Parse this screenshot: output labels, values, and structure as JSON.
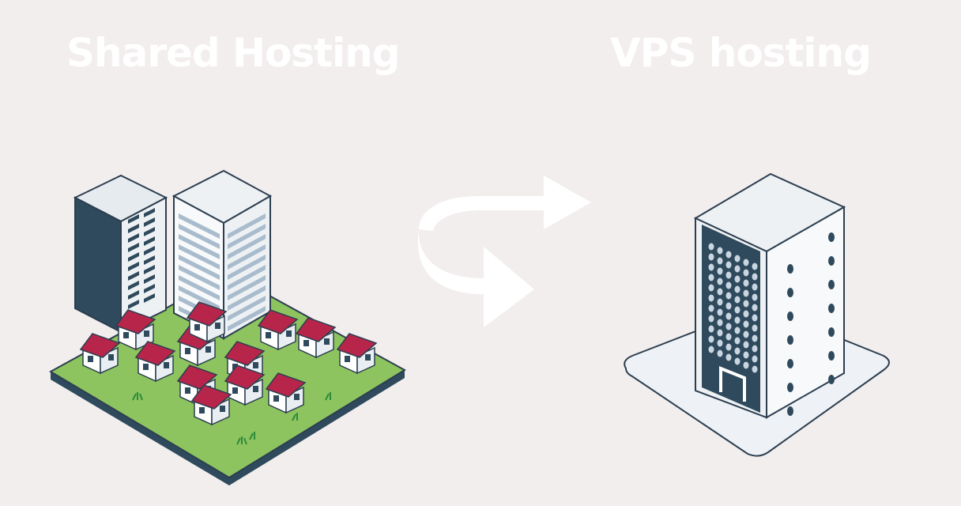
{
  "titles": {
    "left": "Shared Hosting",
    "right": "VPS hosting"
  },
  "colors": {
    "background": "#f2eeed",
    "title": "#ffffff",
    "grass": "#8dc45f",
    "ground_edge": "#2f4a5c",
    "roof": "#b8254a",
    "dark_tower": "#2f4a5c",
    "light_tower": "#eef1f4",
    "window_light": "#a9bccd",
    "outline": "#2c3e50",
    "arrow": "#ffffff"
  },
  "icons": [
    "shared-city-illustration",
    "migration-arrow-icon",
    "vps-building-illustration"
  ]
}
